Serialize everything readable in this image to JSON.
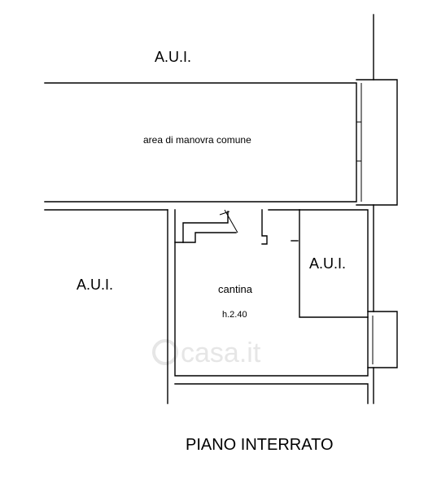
{
  "labels": {
    "aui_top": "A.U.I.",
    "aui_left": "A.U.I.",
    "aui_right": "A.U.I.",
    "maneuver_area": "area di manovra comune",
    "cellar": "cantina",
    "ceiling_height": "h.2.40",
    "floor_title": "PIANO INTERRATO"
  },
  "watermark": {
    "text": "casa.it"
  },
  "colors": {
    "line": "#000000",
    "background": "#ffffff",
    "watermark": "#e6e6e6"
  }
}
